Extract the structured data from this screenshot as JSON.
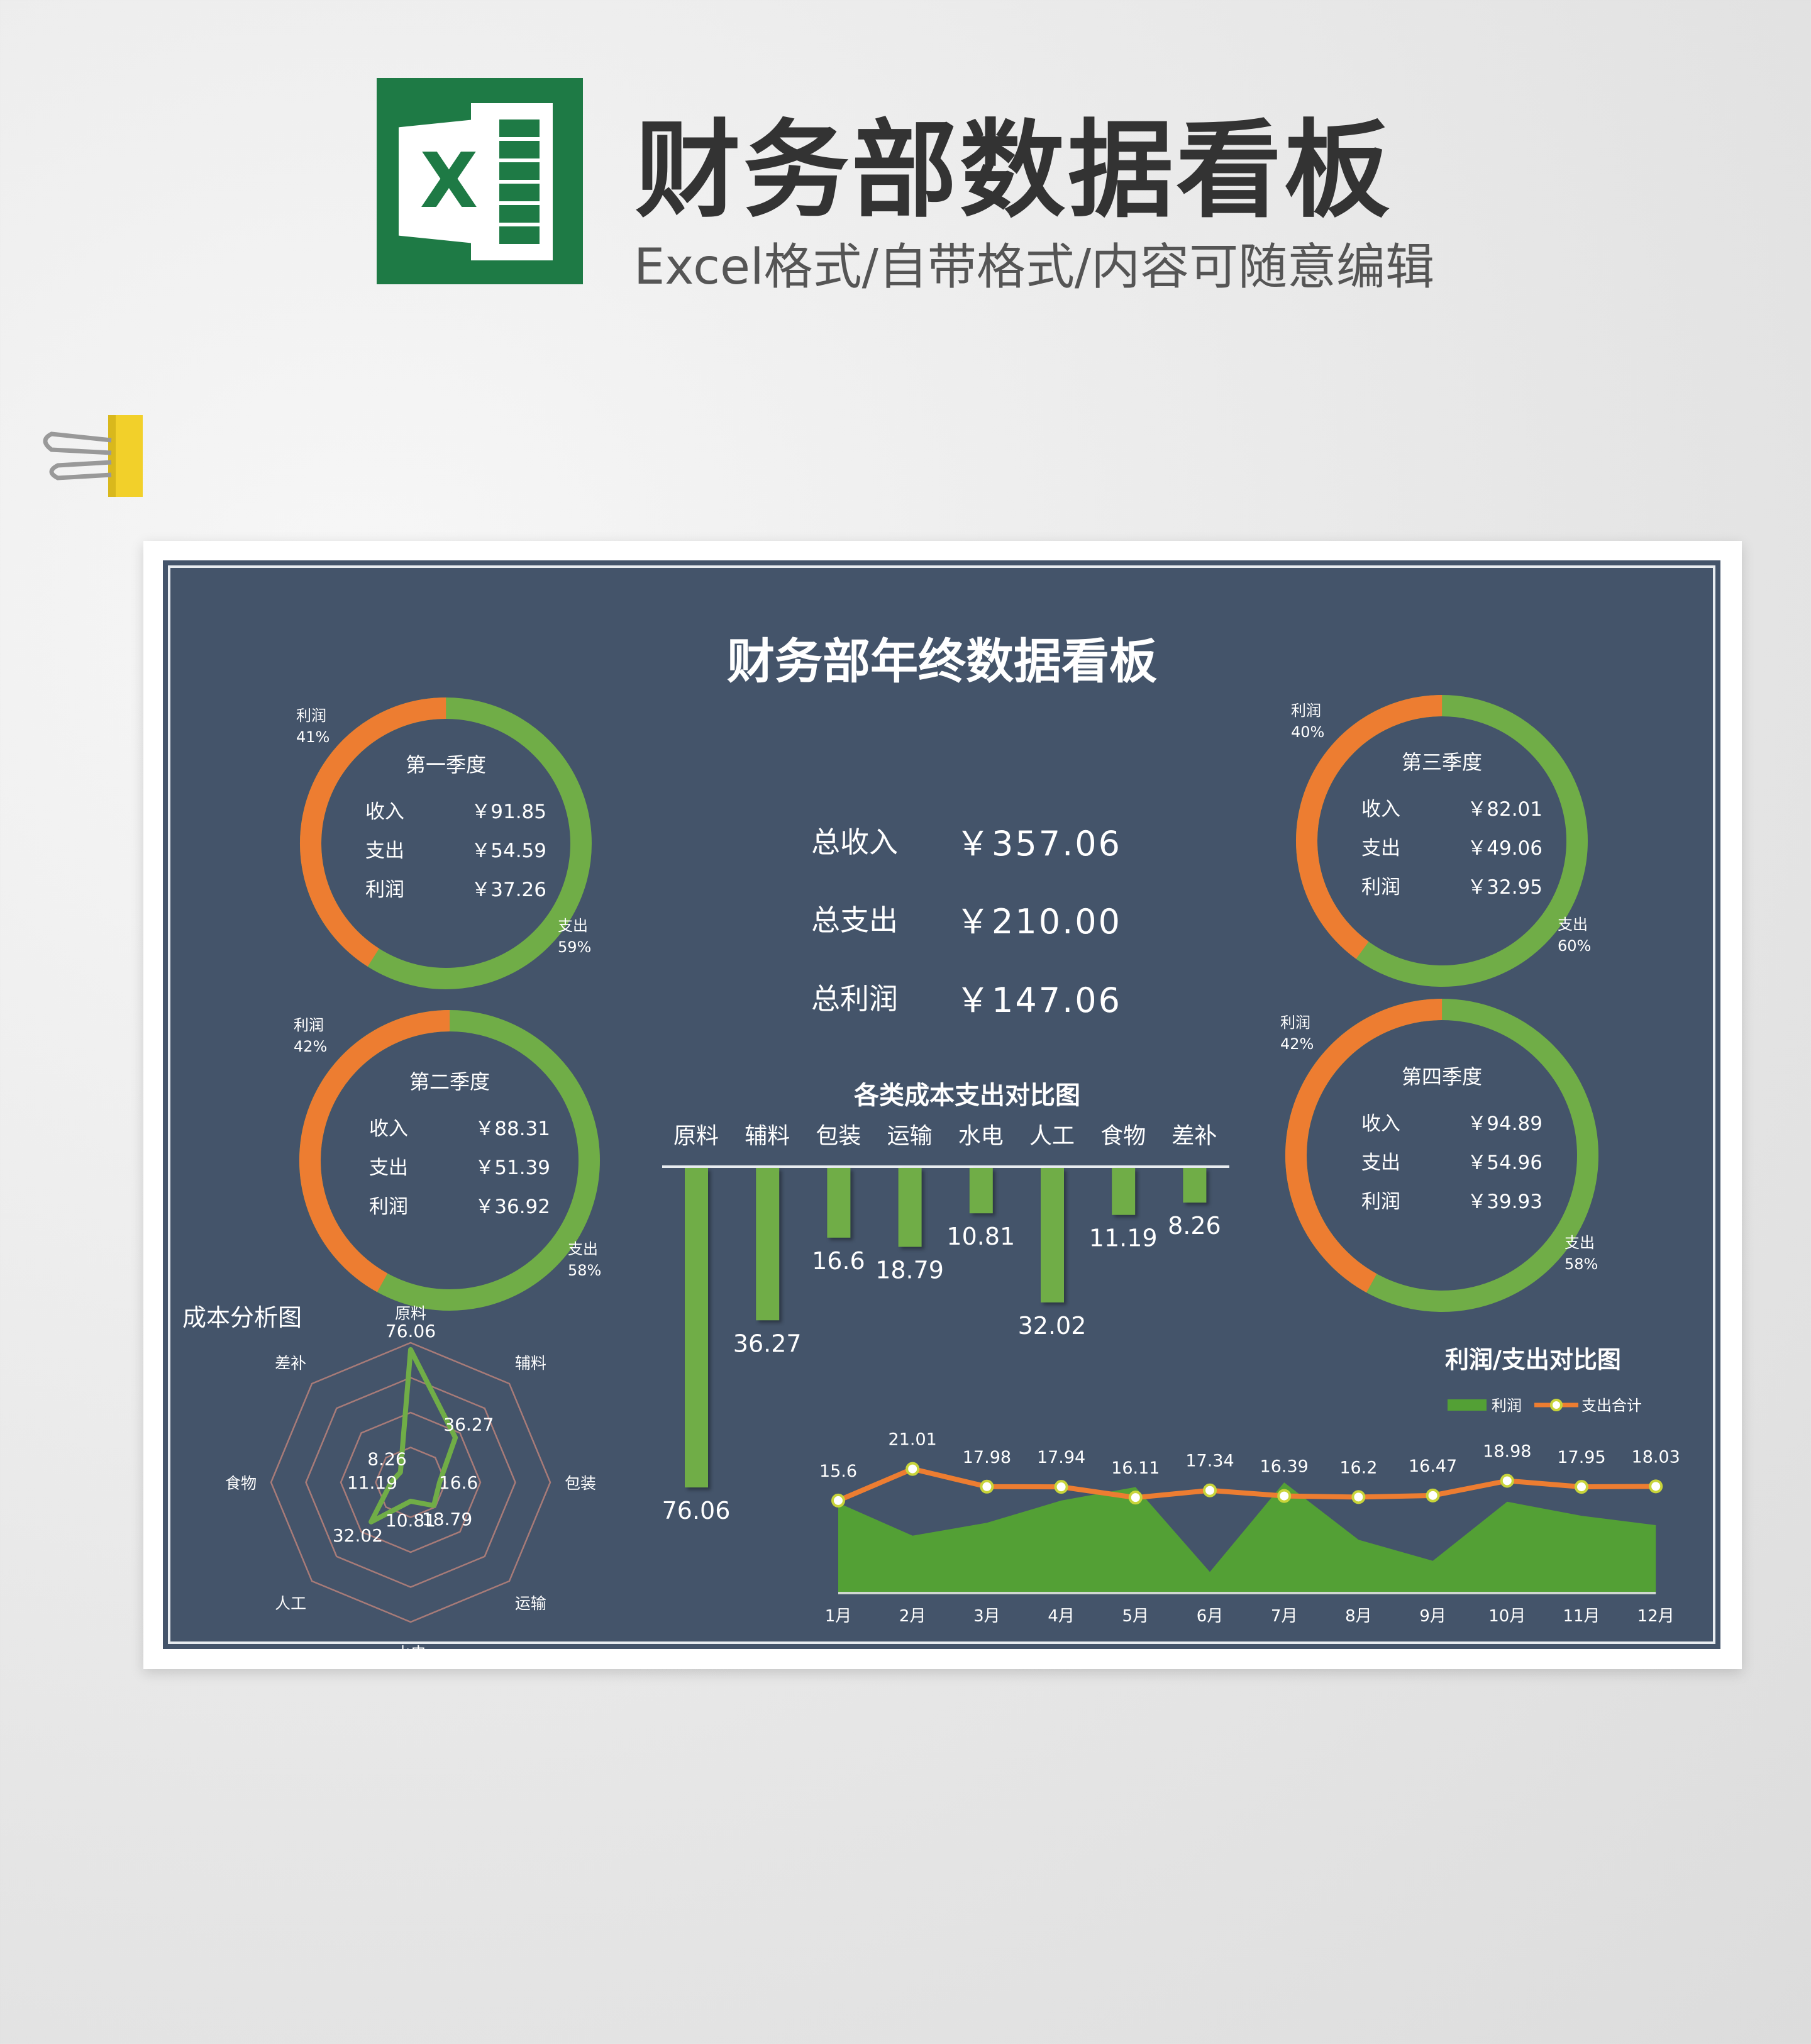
{
  "header": {
    "title": "财务部数据看板",
    "subtitle": "Excel格式/自带格式/内容可随意编辑",
    "logo_text": "X"
  },
  "dashboard": {
    "title": "财务部年终数据看板",
    "colors": {
      "background": "#44546a",
      "expense": "#70ad47",
      "profit": "#ed7d31",
      "profit_area": "#53a035"
    },
    "totals": [
      {
        "label": "总收入",
        "value": "￥357.06"
      },
      {
        "label": "总支出",
        "value": "￥210.00"
      },
      {
        "label": "总利润",
        "value": "￥147.06"
      }
    ],
    "quarters": [
      {
        "name": "第一季度",
        "rows": [
          {
            "label": "收入",
            "value": "￥91.85"
          },
          {
            "label": "支出",
            "value": "￥54.59"
          },
          {
            "label": "利润",
            "value": "￥37.26"
          }
        ],
        "profit_label": "利润",
        "profit_pct": "41%",
        "expense_label": "支出",
        "expense_pct": "59%",
        "profit_share": 41
      },
      {
        "name": "第二季度",
        "rows": [
          {
            "label": "收入",
            "value": "￥88.31"
          },
          {
            "label": "支出",
            "value": "￥51.39"
          },
          {
            "label": "利润",
            "value": "￥36.92"
          }
        ],
        "profit_label": "利润",
        "profit_pct": "42%",
        "expense_label": "支出",
        "expense_pct": "58%",
        "profit_share": 42
      },
      {
        "name": "第三季度",
        "rows": [
          {
            "label": "收入",
            "value": "￥82.01"
          },
          {
            "label": "支出",
            "value": "￥49.06"
          },
          {
            "label": "利润",
            "value": "￥32.95"
          }
        ],
        "profit_label": "利润",
        "profit_pct": "40%",
        "expense_label": "支出",
        "expense_pct": "60%",
        "profit_share": 40
      },
      {
        "name": "第四季度",
        "rows": [
          {
            "label": "收入",
            "value": "￥94.89"
          },
          {
            "label": "支出",
            "value": "￥54.96"
          },
          {
            "label": "利润",
            "value": "￥39.93"
          }
        ],
        "profit_label": "利润",
        "profit_pct": "42%",
        "expense_label": "支出",
        "expense_pct": "58%",
        "profit_share": 42
      }
    ]
  },
  "chart_data": [
    {
      "type": "bar",
      "title": "各类成本支出对比图",
      "categories": [
        "原料",
        "辅料",
        "包装",
        "运输",
        "水电",
        "人工",
        "食物",
        "差补"
      ],
      "values": [
        76.06,
        36.27,
        16.6,
        18.79,
        10.81,
        32.02,
        11.19,
        8.26
      ],
      "orientation": "downward",
      "data_labels": true
    },
    {
      "type": "radar",
      "title": "成本分析图",
      "categories": [
        "原料",
        "辅料",
        "包装",
        "运输",
        "水电",
        "人工",
        "食物",
        "差补"
      ],
      "values": [
        76.06,
        36.27,
        16.6,
        18.79,
        10.81,
        32.02,
        11.19,
        8.26
      ],
      "rlim": [
        0,
        80
      ],
      "rings": [
        20,
        40,
        60,
        80
      ]
    },
    {
      "type": "line",
      "title": "利润/支出对比图",
      "categories": [
        "1月",
        "2月",
        "3月",
        "4月",
        "5月",
        "6月",
        "7月",
        "8月",
        "9月",
        "10月",
        "11月",
        "12月"
      ],
      "series": [
        {
          "name": "利润",
          "type": "area",
          "values": [
            15.2,
            9.6,
            11.8,
            15.6,
            17.9,
            3.4,
            18.7,
            8.9,
            5.3,
            15.4,
            13.0,
            11.4
          ]
        },
        {
          "name": "支出合计",
          "type": "line",
          "values": [
            15.6,
            21.01,
            17.98,
            17.94,
            16.11,
            17.34,
            16.39,
            16.2,
            16.47,
            18.98,
            17.95,
            18.03
          ]
        }
      ],
      "legend": "top-right",
      "ylim": [
        0,
        25
      ]
    }
  ]
}
